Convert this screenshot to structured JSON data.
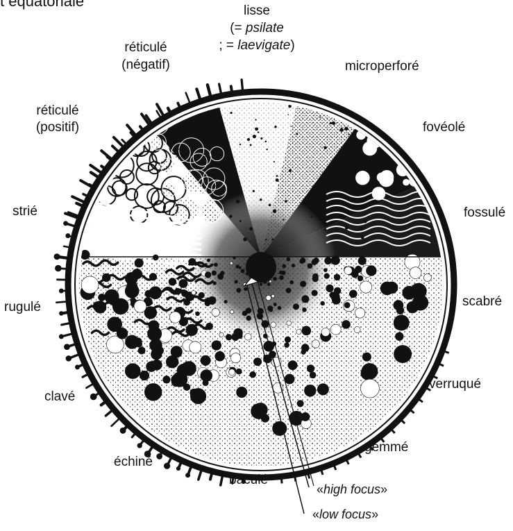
{
  "header": {
    "title_fragment": "t équatoriale"
  },
  "labels": {
    "lisse": "lisse",
    "lisse_syn1_pre": "(= ",
    "lisse_syn1_term": "psilate",
    "lisse_syn2_pre": "; = ",
    "lisse_syn2_term": "laevigate",
    "lisse_syn2_post": ")",
    "reticule_negatif_1": "réticulé",
    "reticule_negatif_2": "(négatif)",
    "microperfore": "microperforé",
    "reticule_positif_1": "réticulé",
    "reticule_positif_2": "(positif)",
    "foveole": "fovéolé",
    "strie": "strié",
    "fossule": "fossulé",
    "rugule": "rugulé",
    "scabre": "scabré",
    "clave": "clavé",
    "verruque": "verruqué",
    "echine": "échiné",
    "gemme": "gemmé",
    "bacule": "baculé",
    "high_focus_open": "«",
    "high_focus_term": "high focus",
    "high_focus_close": "»",
    "low_focus_open": "«",
    "low_focus_term": "low focus",
    "low_focus_close": "»"
  },
  "colors": {
    "ink": "#111111",
    "paper": "#ffffff"
  }
}
